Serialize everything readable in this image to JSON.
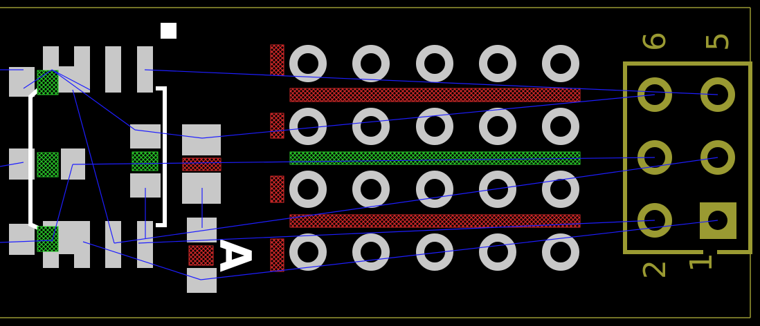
{
  "board": {
    "connector_numbers": {
      "pin6": "6",
      "pin5": "5",
      "pin2": "2",
      "pin1": "1"
    },
    "silkscreen_label": "A"
  },
  "colors": {
    "background": "#000000",
    "board_outline": "#9a9a32",
    "copper_pad": "#c8c8c8",
    "pth_ring": "#c8c8c8",
    "silkscreen_white": "#ffffff",
    "connector_silk": "#9a9a32",
    "ratsnest": "#1e1eff",
    "red_keepout": "#d22828",
    "green_keepout": "#28c828"
  },
  "icons": {
    "fiducial": "square-marker",
    "pin1_marker": "square-pad"
  }
}
